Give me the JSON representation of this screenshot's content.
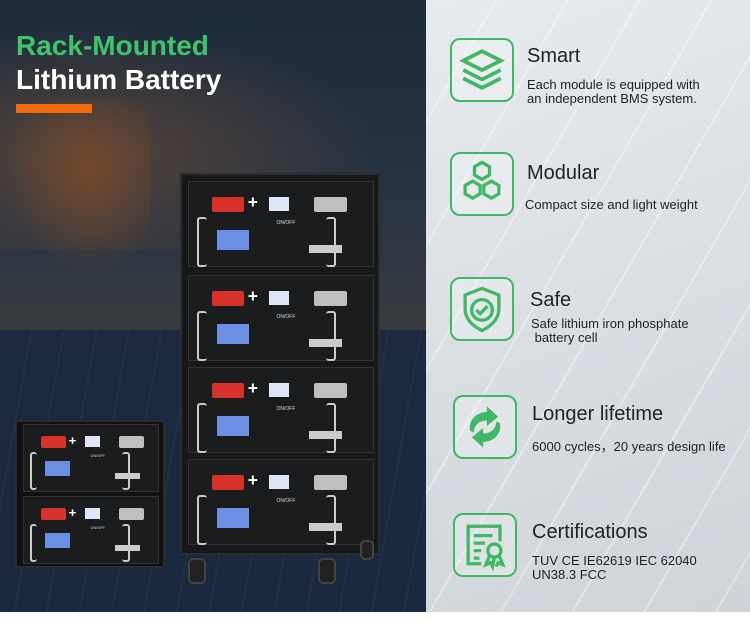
{
  "header": {
    "title_line1": "Rack-Mounted",
    "title_line2": "Lithium Battery",
    "accent": "#3ec46d",
    "bar_color": "#f26a10"
  },
  "product": {
    "switch_label": "ON/OFF"
  },
  "features": [
    {
      "icon": "layers-icon",
      "title": "Smart",
      "desc": "Each module is equipped with\nan independent BMS system."
    },
    {
      "icon": "hexagons-icon",
      "title": "Modular",
      "desc": "Compact size and light weight"
    },
    {
      "icon": "shield-check-icon",
      "title": "Safe",
      "desc": "Safe lithium iron phosphate\n battery cell"
    },
    {
      "icon": "refresh-arrows-icon",
      "title": "Longer lifetime",
      "desc": "6000 cycles，20 years design life"
    },
    {
      "icon": "certificate-icon",
      "title": "Certifications",
      "desc": "TUV CE IE62619 IEC 62040\nUN38.3 FCC"
    }
  ],
  "colors": {
    "icon_green": "#3fb764"
  }
}
